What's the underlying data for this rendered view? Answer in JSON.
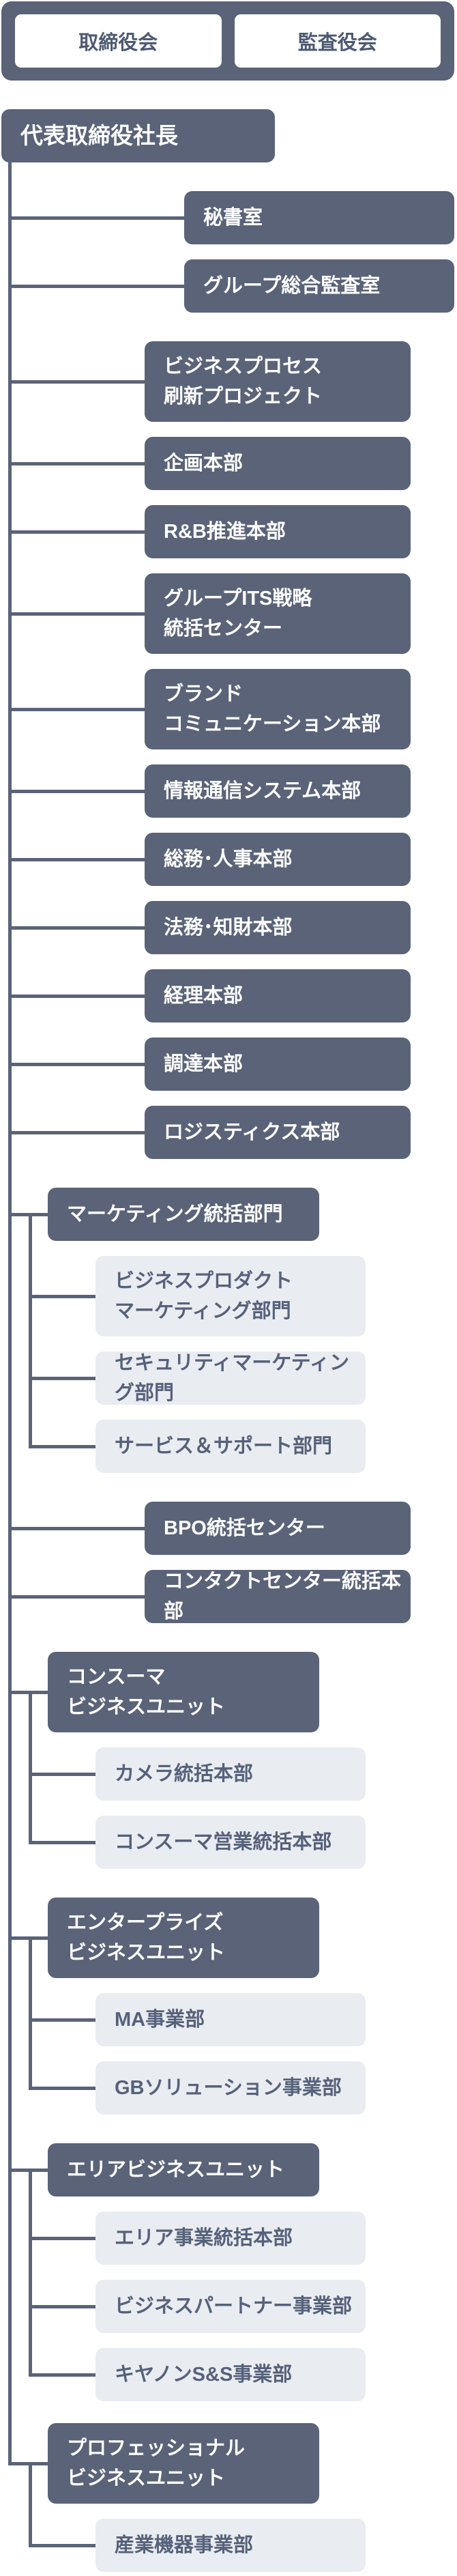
{
  "palette": {
    "slate": "#5a6378",
    "dark_box_text": "#ffffff",
    "light_box_bg": "#e9ecf1",
    "light_box_text": "#56617a",
    "banner_box_bg": "#ffffff",
    "banner_box_text": "#4e5a73",
    "connector": "#5a6378",
    "page_bg": "#ffffff"
  },
  "org": {
    "board": "取締役会",
    "audit_board": "監査役会",
    "president": "代表取締役社長",
    "staff_offices": [
      "秘書室",
      "グループ総合監査室"
    ],
    "headquarters": [
      "ビジネスプロセス\n刷新プロジェクト",
      "企画本部",
      "R&B推進本部",
      "グループITS戦略\n統括センター",
      "ブランド\nコミュニケーション本部",
      "情報通信システム本部",
      "総務･人事本部",
      "法務･知財本部",
      "経理本部",
      "調達本部",
      "ロジスティクス本部"
    ],
    "marketing_division": {
      "label": "マーケティング統括部門",
      "children": [
        "ビジネスプロダクト\nマーケティング部門",
        "セキュリティマーケティング部門",
        "サービス＆サポート部門"
      ]
    },
    "bpo_center": "BPO統括センター",
    "contact_center": "コンタクトセンター統括本部",
    "business_units": [
      {
        "label": "コンスーマ\nビジネスユニット",
        "children": [
          "カメラ統括本部",
          "コンスーマ営業統括本部"
        ]
      },
      {
        "label": "エンタープライズ\nビジネスユニット",
        "children": [
          "MA事業部",
          "GBソリューション事業部"
        ]
      },
      {
        "label": "エリアビジネスユニット",
        "children": [
          "エリア事業統括本部",
          "ビジネスパートナー事業部",
          "キヤノンS&S事業部"
        ]
      },
      {
        "label": "プロフェッショナル\nビジネスユニット",
        "children": [
          "産業機器事業部"
        ]
      }
    ]
  }
}
